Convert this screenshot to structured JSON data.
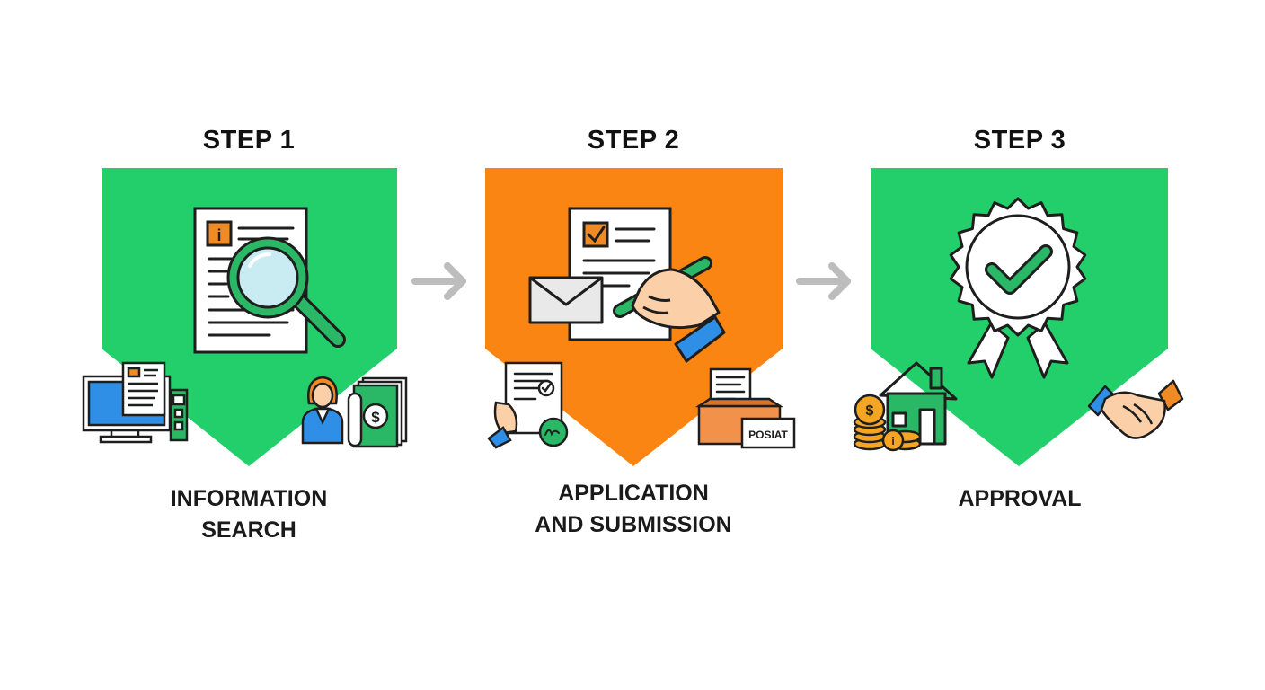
{
  "steps": [
    {
      "title": "STEP 1",
      "caption_line1": "INFORMATION",
      "caption_line2": "SEARCH",
      "color": "#22cf6a",
      "icons": [
        "document-info-icon",
        "magnifier-icon",
        "computer-icon",
        "usb-drive-icon",
        "consultant-icon",
        "money-stack-icon"
      ]
    },
    {
      "title": "STEP 2",
      "caption_line1": "APPLICATION",
      "caption_line2": "AND SUBMISSION",
      "color": "#fb8512",
      "icons": [
        "checklist-document-icon",
        "envelope-icon",
        "hand-with-pen-icon",
        "signed-form-icon",
        "mailbox-icon"
      ],
      "mailbox_label": "POSIAT"
    },
    {
      "title": "STEP 3",
      "caption_line1": "APPROVAL",
      "caption_line2": "",
      "color": "#22cf6a",
      "icons": [
        "approval-badge-icon",
        "house-icon",
        "coins-icon",
        "handshake-icon"
      ]
    }
  ],
  "arrow_color": "#bdbdbd",
  "outline_color": "#1e1e1e"
}
